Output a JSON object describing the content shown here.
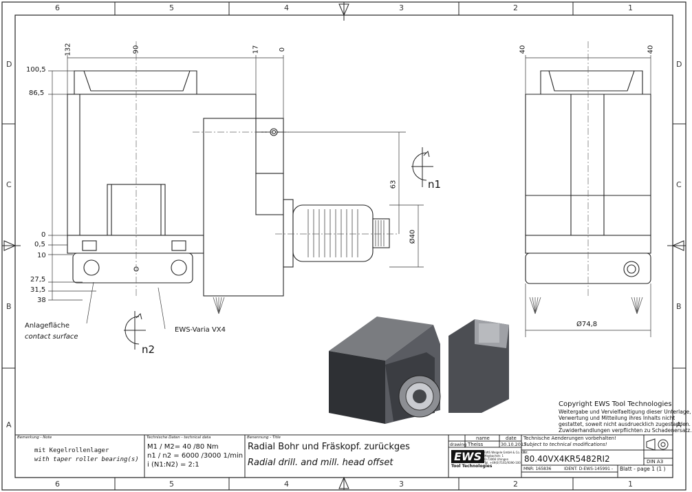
{
  "border": {
    "columns": [
      "6",
      "5",
      "4",
      "3",
      "2",
      "1"
    ],
    "rows": [
      "D",
      "C",
      "B",
      "A"
    ]
  },
  "side_view": {
    "top_dims": [
      "132",
      "90",
      "17",
      "0"
    ],
    "left_dims": [
      "100,5",
      "86,5",
      "0",
      "0,5",
      "10",
      "27,5",
      "31,5",
      "38"
    ],
    "dim_63": "63",
    "dim_d40": "Ø40",
    "label_n1": "n1",
    "label_n2": "n2",
    "contact_de": "Anlagefläche",
    "contact_en": "contact surface",
    "varia": "EWS-Varia VX4"
  },
  "front_view": {
    "dim_left": "40",
    "dim_right": "40",
    "dim_dia": "Ø74,8"
  },
  "copyright": {
    "title": "Copyright EWS Tool Technologies",
    "lines": [
      "Weitergabe und Vervielfaeltigung dieser Unterlage,",
      "Verwertung und Mitteilung ihres Inhalts nicht",
      "gestattet, soweit nicht ausdruecklich zugestanden.",
      "Zuwiderhandlungen verpflichten zu Schadenersatz."
    ]
  },
  "title_block": {
    "remark_header": "Bemerkung - Note",
    "remark_de": "mit Kegelrollenlager",
    "remark_en": "with taper roller bearing(s)",
    "tech_header": "Technische Daten - technical data",
    "tech_l1": "M1 / M2= 40 /80  Nm",
    "tech_l2": "n1 / n2 = 6000 /3000  1/min",
    "tech_l3": "i  (N1:N2)  = 2:1",
    "title_header": "Benennung - Title",
    "title_de": "Radial Bohr und Fräskopf. zurückges",
    "title_en": "Radial drill. and mill. head offset",
    "col_name": "name",
    "col_date": "date",
    "row_drawing": "drawing",
    "drawer": "Theiss",
    "date": "30.10.2013",
    "logo": "EWS",
    "logo_sub": "Tool Technologies",
    "company_lines": [
      "EWS Weigele GmbH & Co. KG",
      "Maybachstr. 1",
      "D-73066 Uhingen",
      "Tel. +49(0)7161/9390-100"
    ],
    "changes_de": "Technische Aenderungen vorbehalten!",
    "changes_en": "Subject to technical modifications!",
    "nr_label": "Nr.",
    "part_number": "80.40VX4KR5482RI2",
    "mnr": "MNR: 165836",
    "ident": "IDENT: D-EWS-145991 -",
    "sheet": "Blatt - page  1 (1 )",
    "din": "DIN A3"
  }
}
